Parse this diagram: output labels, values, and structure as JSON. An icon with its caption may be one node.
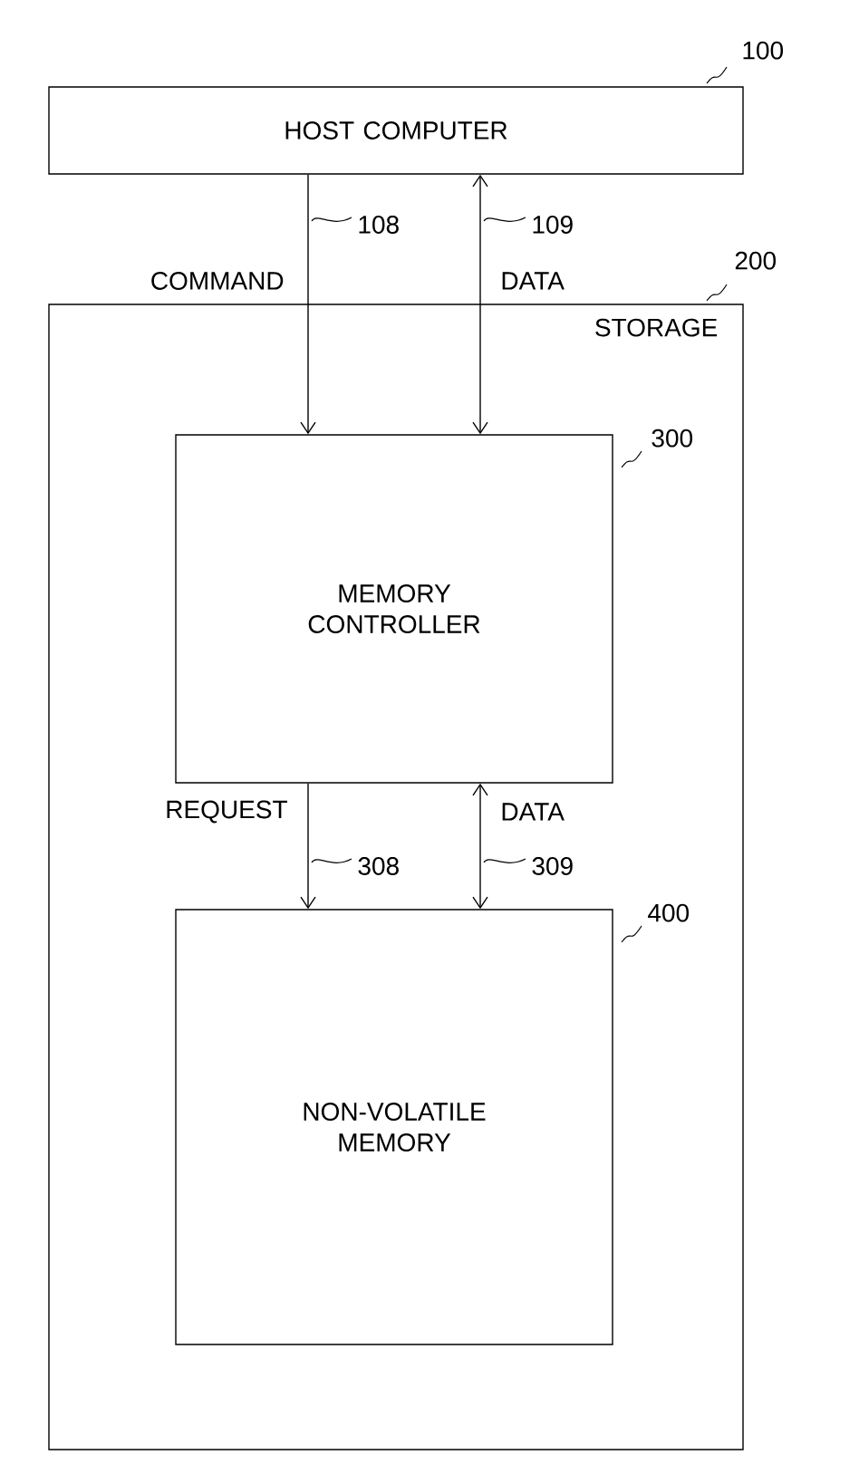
{
  "diagram": {
    "nodes": [
      {
        "text": [
          "HOST COMPUTER"
        ],
        "beside": [
          "100"
        ]
      },
      {
        "text": [
          "STORAGE"
        ],
        "beside": [
          "200"
        ]
      },
      {
        "text": [
          "MEMORY CONTROLLER"
        ],
        "beside": [
          "300"
        ],
        "in": 1
      },
      {
        "text": [
          "NON-VOLATILE MEMORY"
        ],
        "beside": [
          "400"
        ],
        "in": 1
      }
    ],
    "edges": [
      {
        "from": 0,
        "to": 2,
        "arrow": "to",
        "label": "COMMAND"
      },
      {
        "from": 0,
        "to": 2,
        "arrow": "both",
        "label": "DATA"
      },
      {
        "from": 2,
        "to": 3,
        "arrow": "to",
        "label": "REQUEST"
      },
      {
        "from": 2,
        "to": 3,
        "arrow": "both",
        "label": "DATA"
      }
    ],
    "labels": [
      "108",
      "109",
      "308",
      "309"
    ]
  }
}
